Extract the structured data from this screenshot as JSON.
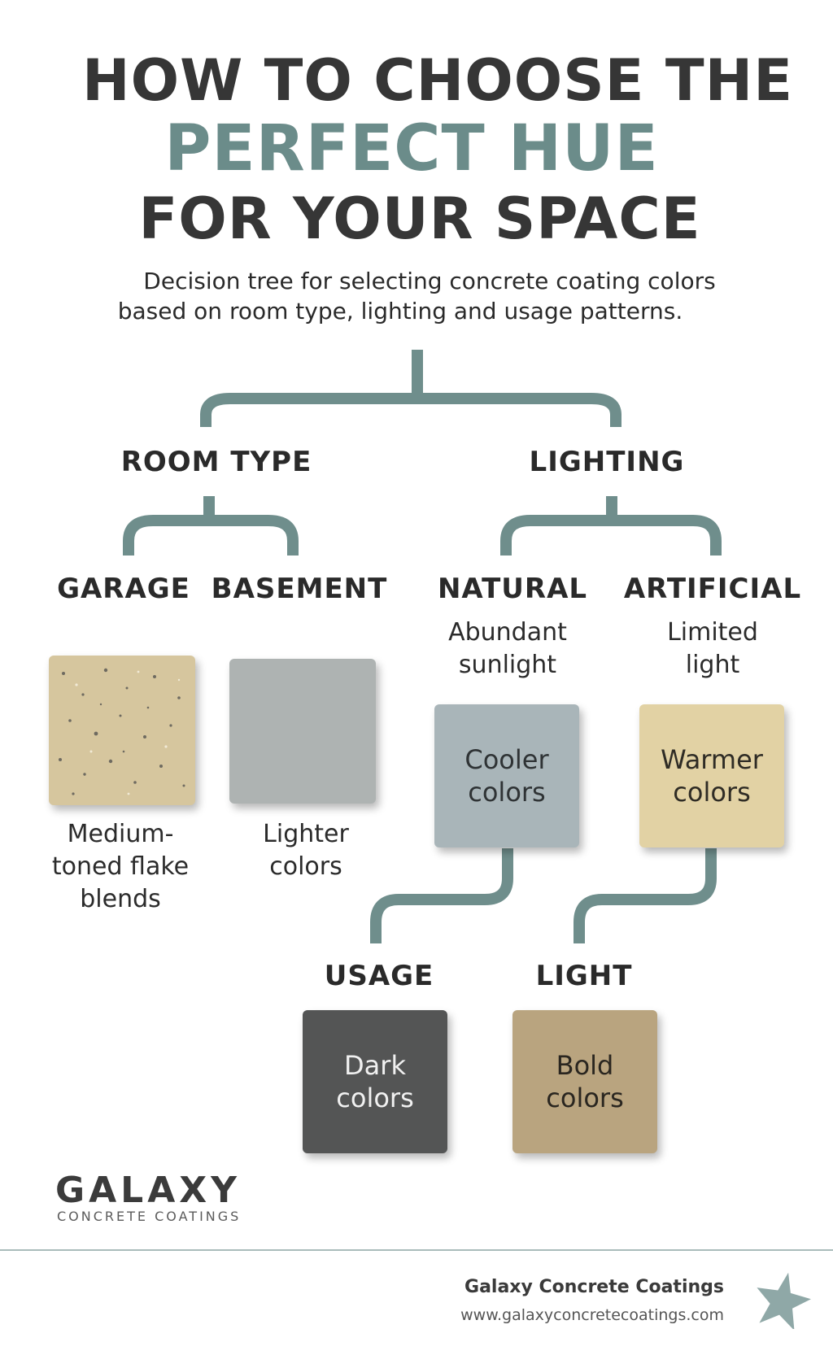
{
  "title": {
    "line1": "HOW TO CHOOSE THE",
    "line2": "PERFECT HUE",
    "line3": "FOR YOUR SPACE"
  },
  "subtitle": {
    "line1": "Decision tree for selecting concrete coating colors",
    "line2": "based on room type, lighting  and usage patterns."
  },
  "tree": {
    "room_type": "ROOM TYPE",
    "lighting": "LIGHTING",
    "garage": "GARAGE",
    "basement": "BASEMENT",
    "natural": "NATURAL",
    "artificial": "ARTIFICIAL",
    "natural_desc": [
      "Abundant",
      "sunlight"
    ],
    "artificial_desc": [
      "Limited",
      "light"
    ],
    "garage_desc": [
      "Medium-",
      "toned flake",
      "blends"
    ],
    "basement_desc": [
      "Lighter",
      "colors"
    ],
    "cooler": [
      "Cooler",
      "colors"
    ],
    "warmer": [
      "Warmer",
      "colors"
    ],
    "usage": "USAGE",
    "light": "LIGHT",
    "dark": [
      "Dark",
      "colors"
    ],
    "bold": [
      "Bold",
      "colors"
    ]
  },
  "colors": {
    "connector": "#6f8e8c",
    "garage_swatch": "#d6c69e",
    "basement_swatch": "#aeb3b2",
    "cooler_swatch": "#a9b5b9",
    "warmer_swatch": "#e2d2a4",
    "dark_swatch": "#545555",
    "bold_swatch": "#b9a47f"
  },
  "brand": {
    "name": "GALAXY",
    "tagline": "CONCRETE COATINGS"
  },
  "footer": {
    "company": "Galaxy Concrete Coatings",
    "url": "www.galaxyconcretecoatings.com"
  },
  "icons": {
    "footer_star": "star-icon"
  }
}
